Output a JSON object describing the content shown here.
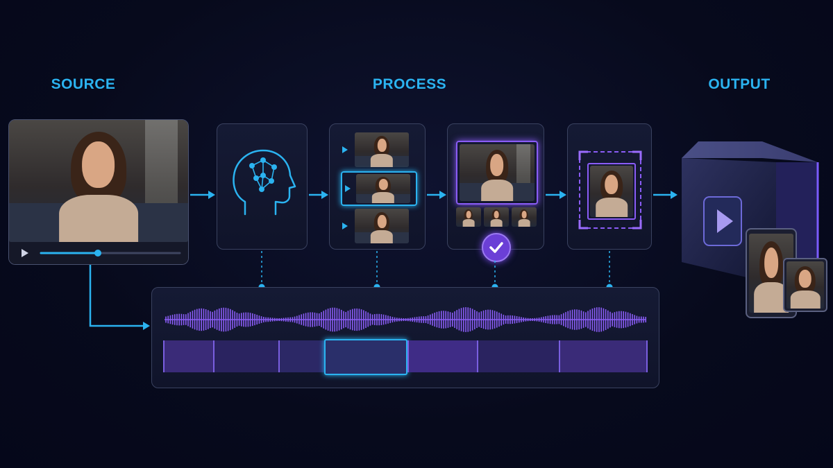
{
  "labels": {
    "source": "SOURCE",
    "process": "PROCESS",
    "output": "OUTPUT"
  },
  "colors": {
    "accent_cyan": "#2bb3f0",
    "accent_purple": "#8a5cf6",
    "panel_border": "#3a4260",
    "background": "#070a1c"
  },
  "icons": {
    "play": "play-icon",
    "brain": "ai-brain-network-icon",
    "check": "check-icon",
    "crop": "crop-frame-icon",
    "output_play": "play-icon"
  },
  "source_video": {
    "playback_progress": 0.41
  }
}
